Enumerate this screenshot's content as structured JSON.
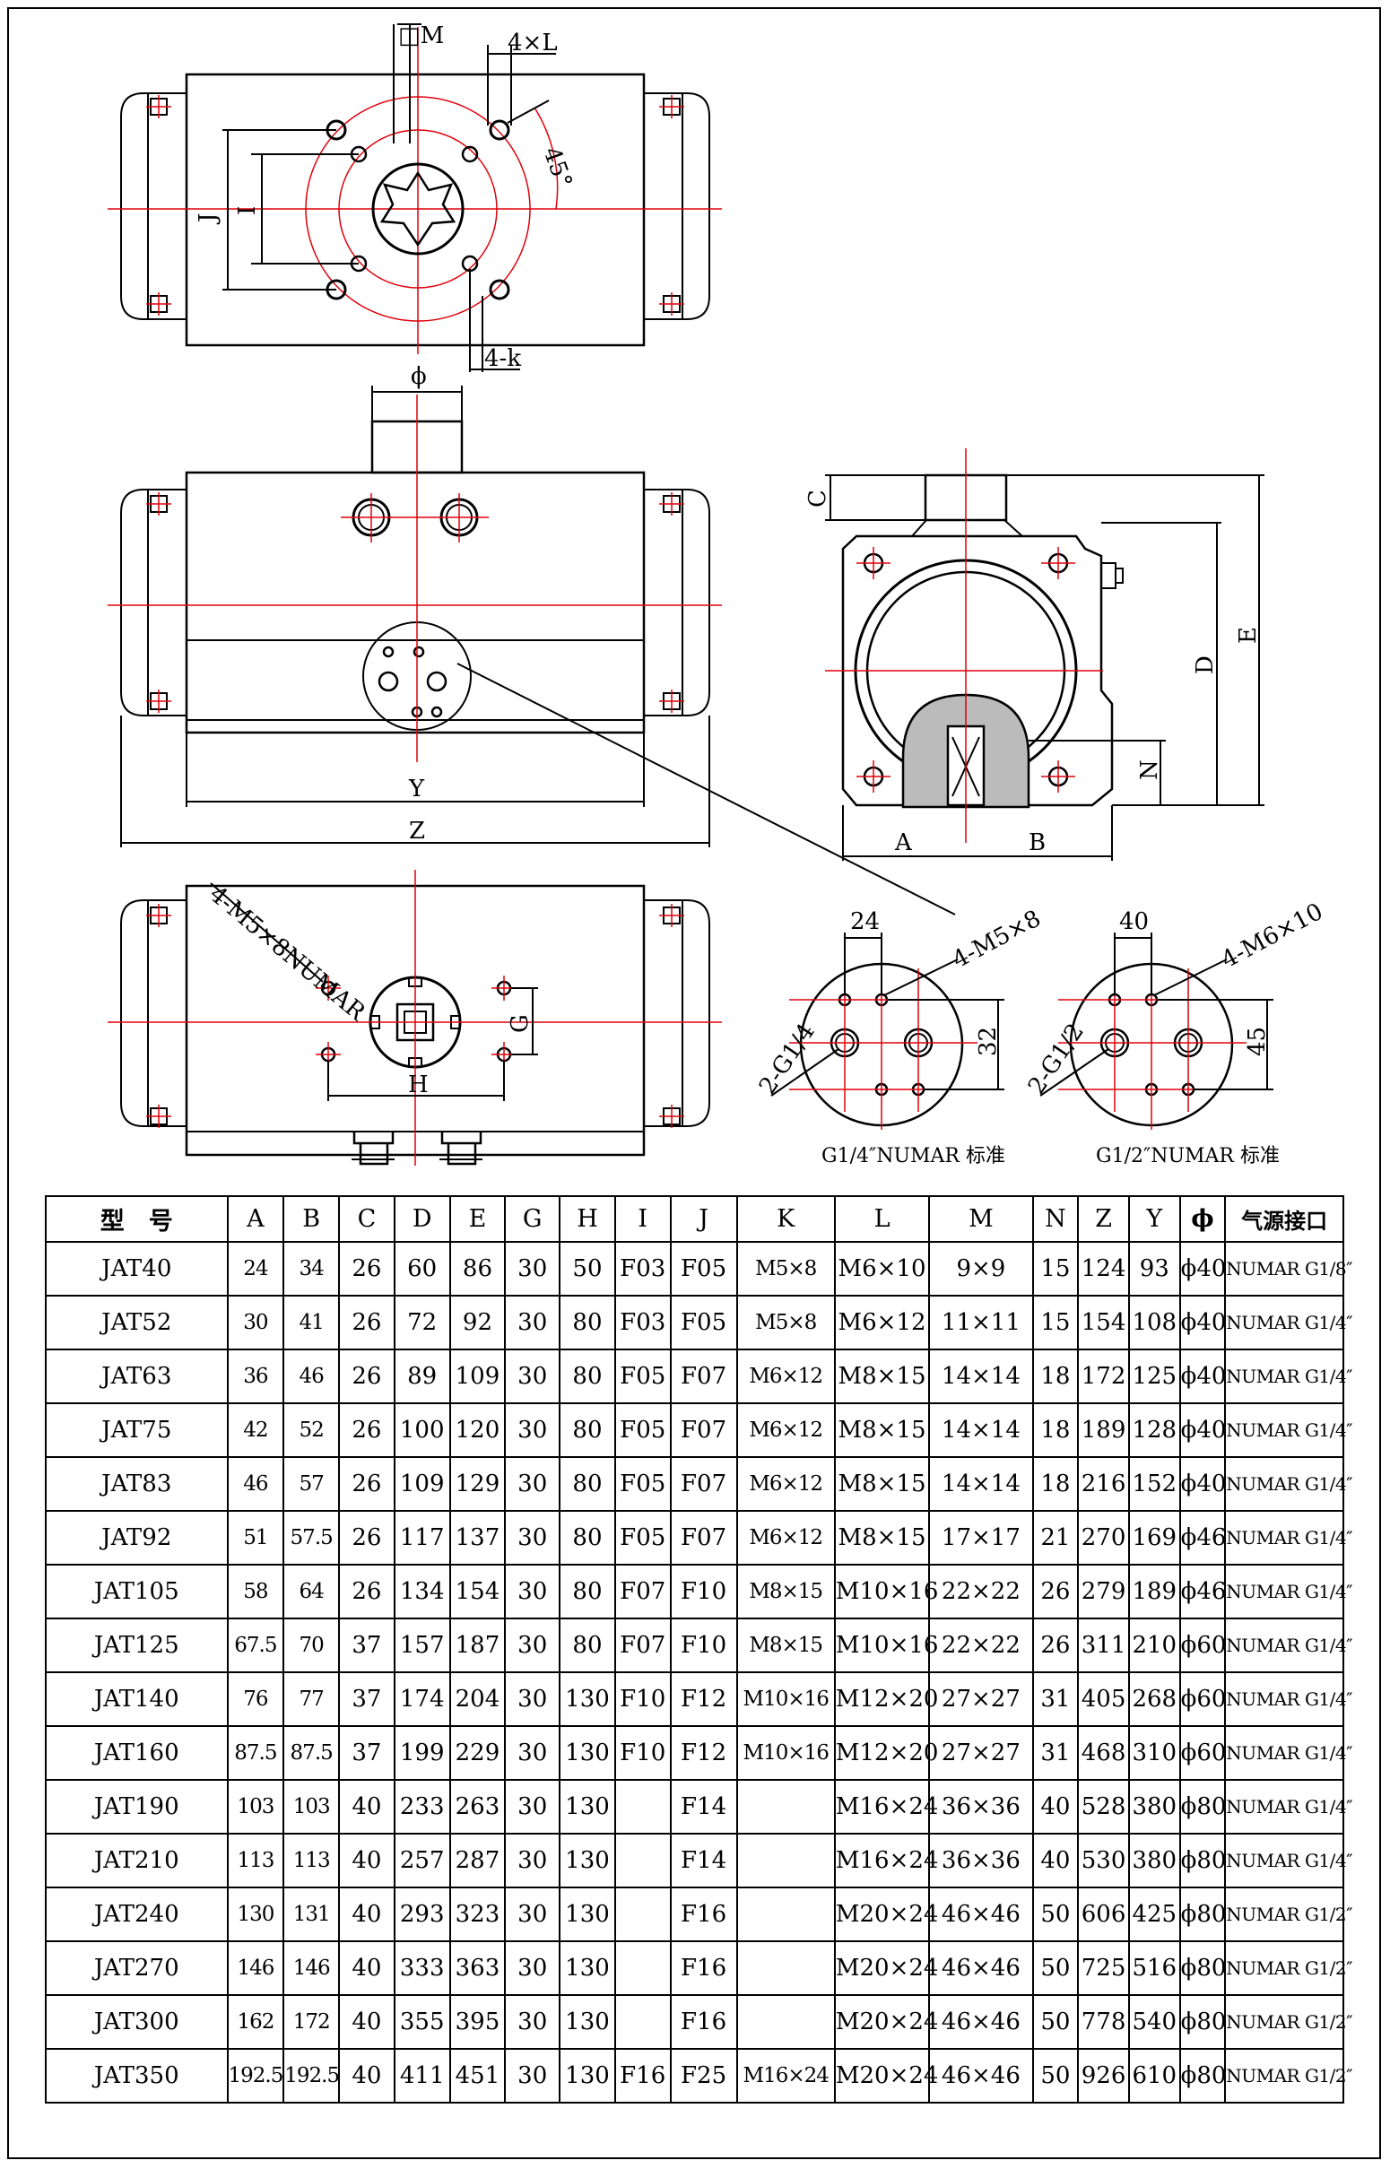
{
  "drawing": {
    "labels": {
      "square_m": "□M",
      "four_l": "4×L",
      "angle": "45°",
      "j": "J",
      "i": "I",
      "four_k": "4-k",
      "phi": "ϕ",
      "y": "Y",
      "z": "Z",
      "c": "C",
      "d": "D",
      "e": "E",
      "n": "N",
      "a": "A",
      "b": "B",
      "four_m5_numar": "4-M5×8NUMAR",
      "g": "G",
      "h": "H",
      "dim_24": "24",
      "four_m5": "4-M5×8",
      "dim_32": "32",
      "two_g14": "2-G1/4",
      "caption_g14": "G1/4″NUMAR 标准",
      "dim_40": "40",
      "four_m6": "4-M6×10",
      "dim_45": "45",
      "two_g12": "2-G1/2",
      "caption_g12": "G1/2″NUMAR 标准"
    },
    "colors": {
      "centerline": "#e0000a",
      "outline": "#000000"
    }
  },
  "table": {
    "headers": [
      "型　号",
      "A",
      "B",
      "C",
      "D",
      "E",
      "G",
      "H",
      "I",
      "J",
      "K",
      "L",
      "M",
      "N",
      "Z",
      "Y",
      "ϕ",
      "气源接口"
    ],
    "rows": [
      [
        "JAT40",
        "24",
        "34",
        "26",
        "60",
        "86",
        "30",
        "50",
        "F03",
        "F05",
        "M5×8",
        "M6×10",
        "9×9",
        "15",
        "124",
        "93",
        "ϕ40",
        "NUMAR G1/8″"
      ],
      [
        "JAT52",
        "30",
        "41",
        "26",
        "72",
        "92",
        "30",
        "80",
        "F03",
        "F05",
        "M5×8",
        "M6×12",
        "11×11",
        "15",
        "154",
        "108",
        "ϕ40",
        "NUMAR G1/4″"
      ],
      [
        "JAT63",
        "36",
        "46",
        "26",
        "89",
        "109",
        "30",
        "80",
        "F05",
        "F07",
        "M6×12",
        "M8×15",
        "14×14",
        "18",
        "172",
        "125",
        "ϕ40",
        "NUMAR G1/4″"
      ],
      [
        "JAT75",
        "42",
        "52",
        "26",
        "100",
        "120",
        "30",
        "80",
        "F05",
        "F07",
        "M6×12",
        "M8×15",
        "14×14",
        "18",
        "189",
        "128",
        "ϕ40",
        "NUMAR G1/4″"
      ],
      [
        "JAT83",
        "46",
        "57",
        "26",
        "109",
        "129",
        "30",
        "80",
        "F05",
        "F07",
        "M6×12",
        "M8×15",
        "14×14",
        "18",
        "216",
        "152",
        "ϕ40",
        "NUMAR G1/4″"
      ],
      [
        "JAT92",
        "51",
        "57.5",
        "26",
        "117",
        "137",
        "30",
        "80",
        "F05",
        "F07",
        "M6×12",
        "M8×15",
        "17×17",
        "21",
        "270",
        "169",
        "ϕ46",
        "NUMAR G1/4″"
      ],
      [
        "JAT105",
        "58",
        "64",
        "26",
        "134",
        "154",
        "30",
        "80",
        "F07",
        "F10",
        "M8×15",
        "M10×16",
        "22×22",
        "26",
        "279",
        "189",
        "ϕ46",
        "NUMAR G1/4″"
      ],
      [
        "JAT125",
        "67.5",
        "70",
        "37",
        "157",
        "187",
        "30",
        "80",
        "F07",
        "F10",
        "M8×15",
        "M10×16",
        "22×22",
        "26",
        "311",
        "210",
        "ϕ60",
        "NUMAR G1/4″"
      ],
      [
        "JAT140",
        "76",
        "77",
        "37",
        "174",
        "204",
        "30",
        "130",
        "F10",
        "F12",
        "M10×16",
        "M12×20",
        "27×27",
        "31",
        "405",
        "268",
        "ϕ60",
        "NUMAR G1/4″"
      ],
      [
        "JAT160",
        "87.5",
        "87.5",
        "37",
        "199",
        "229",
        "30",
        "130",
        "F10",
        "F12",
        "M10×16",
        "M12×20",
        "27×27",
        "31",
        "468",
        "310",
        "ϕ60",
        "NUMAR G1/4″"
      ],
      [
        "JAT190",
        "103",
        "103",
        "40",
        "233",
        "263",
        "30",
        "130",
        "",
        "F14",
        "",
        "M16×24",
        "36×36",
        "40",
        "528",
        "380",
        "ϕ80",
        "NUMAR G1/4″"
      ],
      [
        "JAT210",
        "113",
        "113",
        "40",
        "257",
        "287",
        "30",
        "130",
        "",
        "F14",
        "",
        "M16×24",
        "36×36",
        "40",
        "530",
        "380",
        "ϕ80",
        "NUMAR G1/4″"
      ],
      [
        "JAT240",
        "130",
        "131",
        "40",
        "293",
        "323",
        "30",
        "130",
        "",
        "F16",
        "",
        "M20×24",
        "46×46",
        "50",
        "606",
        "425",
        "ϕ80",
        "NUMAR G1/2″"
      ],
      [
        "JAT270",
        "146",
        "146",
        "40",
        "333",
        "363",
        "30",
        "130",
        "",
        "F16",
        "",
        "M20×24",
        "46×46",
        "50",
        "725",
        "516",
        "ϕ80",
        "NUMAR G1/2″"
      ],
      [
        "JAT300",
        "162",
        "172",
        "40",
        "355",
        "395",
        "30",
        "130",
        "",
        "F16",
        "",
        "M20×24",
        "46×46",
        "50",
        "778",
        "540",
        "ϕ80",
        "NUMAR G1/2″"
      ],
      [
        "JAT350",
        "192.5",
        "192.5",
        "40",
        "411",
        "451",
        "30",
        "130",
        "F16",
        "F25",
        "M16×24",
        "M20×24",
        "46×46",
        "50",
        "926",
        "610",
        "ϕ80",
        "NUMAR G1/2″"
      ]
    ]
  }
}
